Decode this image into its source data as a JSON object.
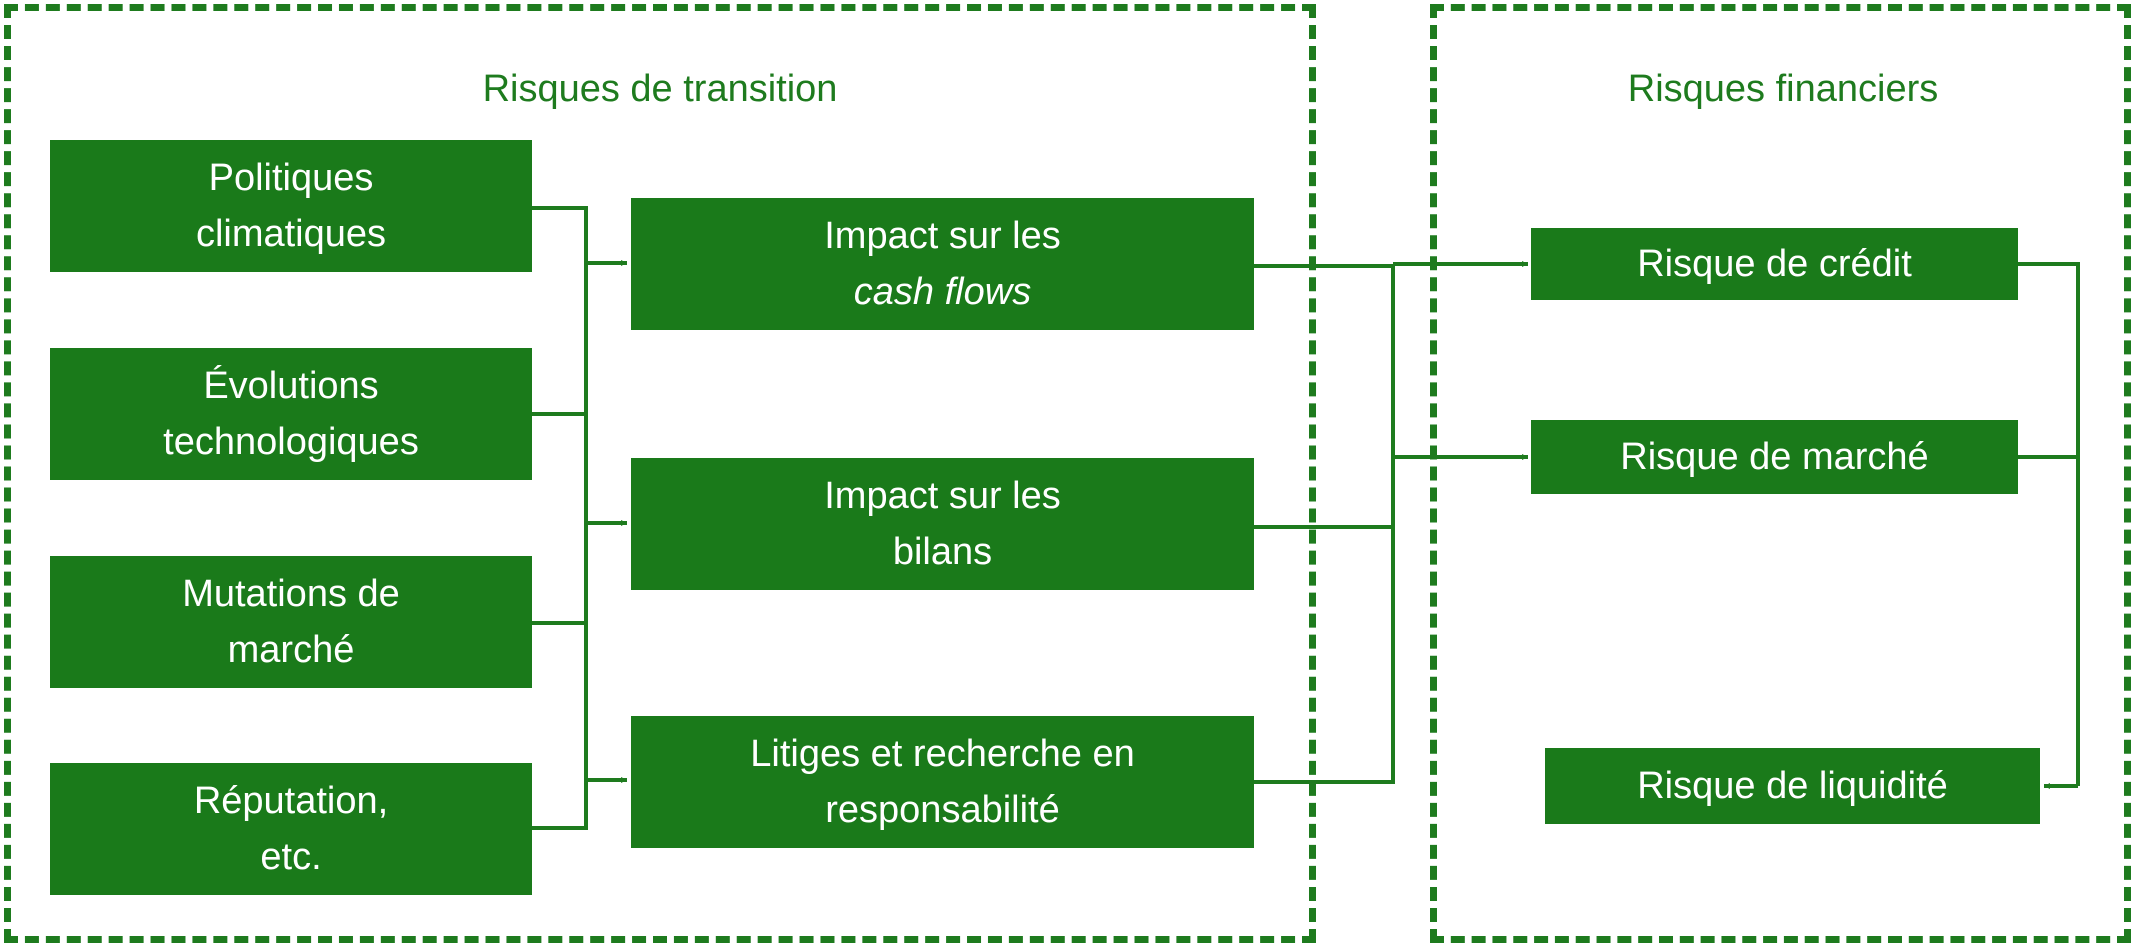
{
  "colors": {
    "box_fill": "#1a7a1a",
    "line": "#1e7b1e",
    "dashed_border": "#1e7b1e",
    "text_on_box": "#ffffff",
    "title": "#1e7b1e"
  },
  "panels": {
    "transition": {
      "title": "Risques de transition"
    },
    "financial": {
      "title": "Risques financiers"
    }
  },
  "drivers": [
    {
      "line1": "Politiques",
      "line2": "climatiques"
    },
    {
      "line1": "Évolutions",
      "line2": "technologiques"
    },
    {
      "line1": "Mutations de",
      "line2": "marché"
    },
    {
      "line1": "Réputation,",
      "line2": "etc."
    }
  ],
  "impacts": [
    {
      "line1": "Impact sur les",
      "line2": "cash flows"
    },
    {
      "line1": "Impact sur les",
      "line2": "bilans"
    },
    {
      "line1": "Litiges et recherche en",
      "line2": "responsabilité"
    }
  ],
  "financial_risks": [
    {
      "label": "Risque de crédit"
    },
    {
      "label": "Risque de marché"
    },
    {
      "label": "Risque de liquidité"
    }
  ]
}
